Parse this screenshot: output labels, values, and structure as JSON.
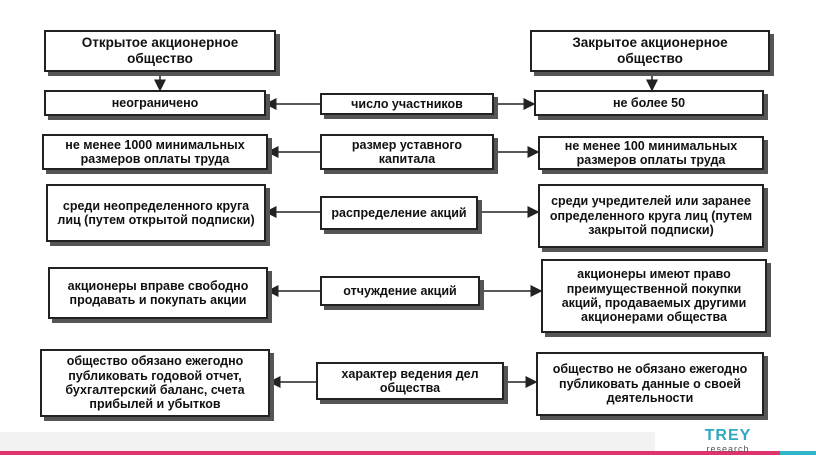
{
  "headers": {
    "left": "Открытое акционерное общество",
    "right": "Закрытое акционерное общество"
  },
  "rows": [
    {
      "criterion": "число участников",
      "open": "неограничено",
      "closed": "не более 50"
    },
    {
      "criterion": "размер уставного капитала",
      "open": "не менее 1000 минимальных размеров оплаты труда",
      "closed": "не менее 100 минимальных размеров оплаты труда"
    },
    {
      "criterion": "распределение акций",
      "open": "среди неопределенного круга лиц (путем открытой подписки)",
      "closed": "среди учредителей или заранее определенного круга лиц (путем закрытой подписки)"
    },
    {
      "criterion": "отчуждение акций",
      "open": "акционеры вправе свободно продавать и покупать акции",
      "closed": "акционеры имеют право преимущественной покупки акций, продаваемых другими акционерами общества"
    },
    {
      "criterion": "характер ведения дел общества",
      "open": "общество обязано ежегодно публиковать годовой отчет, бухгалтерский баланс, счета прибылей и убытков",
      "closed": "общество не обязано ежегодно публиковать данные о своей деятельности"
    }
  ],
  "logo": {
    "main": "TREY",
    "sub": "research"
  },
  "colors": {
    "accent_pink": "#e0326e",
    "accent_cyan": "#2fb6c8",
    "logo": "#2ea9bf"
  }
}
